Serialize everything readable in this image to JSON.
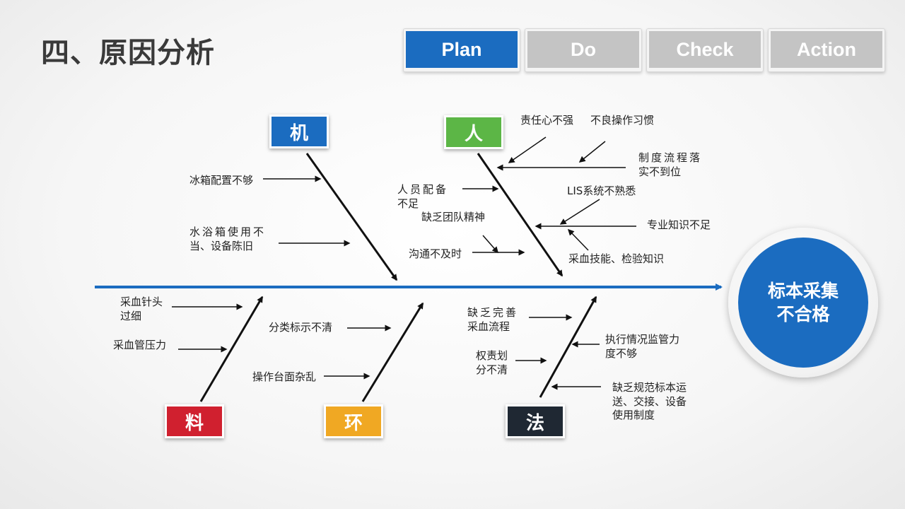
{
  "title": "四、原因分析",
  "pdca": {
    "tabs": [
      {
        "label": "Plan",
        "active": true
      },
      {
        "label": "Do",
        "active": false
      },
      {
        "label": "Check",
        "active": false
      },
      {
        "label": "Action",
        "active": false
      }
    ],
    "active_color": "#1b6cc0",
    "inactive_color": "#c4c4c4"
  },
  "effect": {
    "line1": "标本采集",
    "line2": "不合格",
    "color": "#1b6cc0"
  },
  "categories": {
    "machine": {
      "label": "机",
      "color": "#1b6cc0"
    },
    "people": {
      "label": "人",
      "color": "#5cb646"
    },
    "material": {
      "label": "料",
      "color": "#d0202f"
    },
    "environment": {
      "label": "环",
      "color": "#f0a823"
    },
    "method": {
      "label": "法",
      "color": "#1f2833"
    }
  },
  "causes": {
    "machine": {
      "fridge": "冰箱配置不够",
      "bath_1": "水浴箱使用不",
      "bath_2": "当、设备陈旧"
    },
    "people": {
      "responsibility": "责任心不强",
      "habits": "不良操作习惯",
      "rules_1": "制度流程落",
      "rules_2": "实不到位",
      "staff_1": "人员配备",
      "staff_2": "不足",
      "lis": "LIS系统不熟悉",
      "teamwork": "缺乏团队精神",
      "knowledge": "专业知识不足",
      "communication": "沟通不及时",
      "skills": "采血技能、检验知识"
    },
    "material": {
      "needle_1": "采血针头",
      "needle_2": "过细",
      "tube": "采血管压力"
    },
    "environment": {
      "labels": "分类标示不清",
      "bench": "操作台面杂乱"
    },
    "method": {
      "process_1": "缺乏完善",
      "process_2": "采血流程",
      "authority_1": "权责划",
      "authority_2": "分不清",
      "supervision_1": "执行情况监管力",
      "supervision_2": "度不够",
      "transport_1": "缺乏规范标本运",
      "transport_2": "送、交接、设备",
      "transport_3": "使用制度"
    }
  }
}
